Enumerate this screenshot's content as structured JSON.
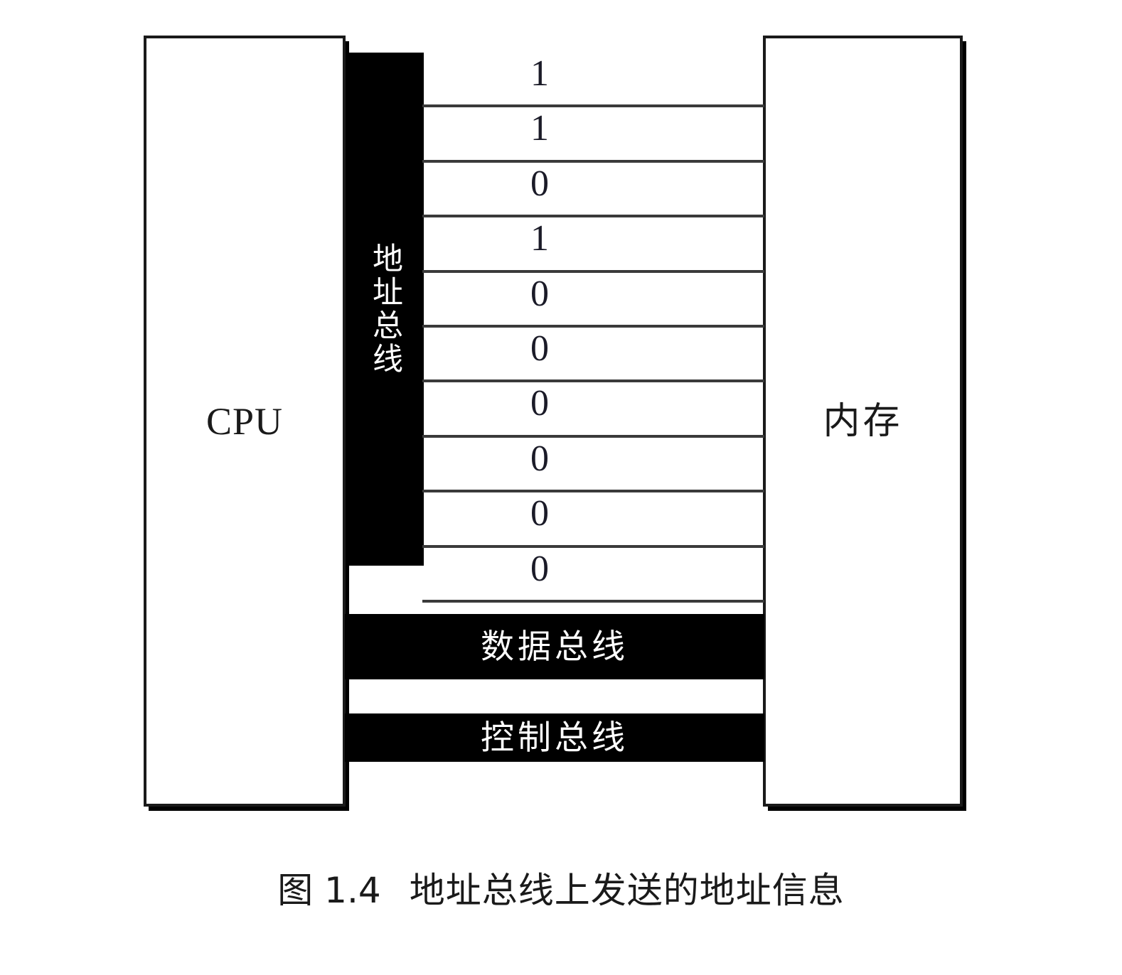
{
  "figure": {
    "caption_prefix": "图 1.4",
    "caption_text": "地址总线上发送的地址信息",
    "caption_full": "图 1.4　地址总线上发送的地址信息"
  },
  "units": {
    "cpu": {
      "label": "CPU"
    },
    "memory": {
      "label": "内存"
    }
  },
  "buses": {
    "address": {
      "label": "地址总线",
      "line_count": 10,
      "bits": [
        "1",
        "1",
        "0",
        "1",
        "0",
        "0",
        "0",
        "0",
        "0",
        "0"
      ]
    },
    "data": {
      "label": "数据总线"
    },
    "control": {
      "label": "控制总线"
    }
  },
  "colors": {
    "bus_fill": "#000000",
    "bus_text": "#ffffff",
    "box_border": "#1a1a1a",
    "line": "#3a3a3a",
    "background": "#ffffff",
    "digit": "#1b1b28"
  }
}
